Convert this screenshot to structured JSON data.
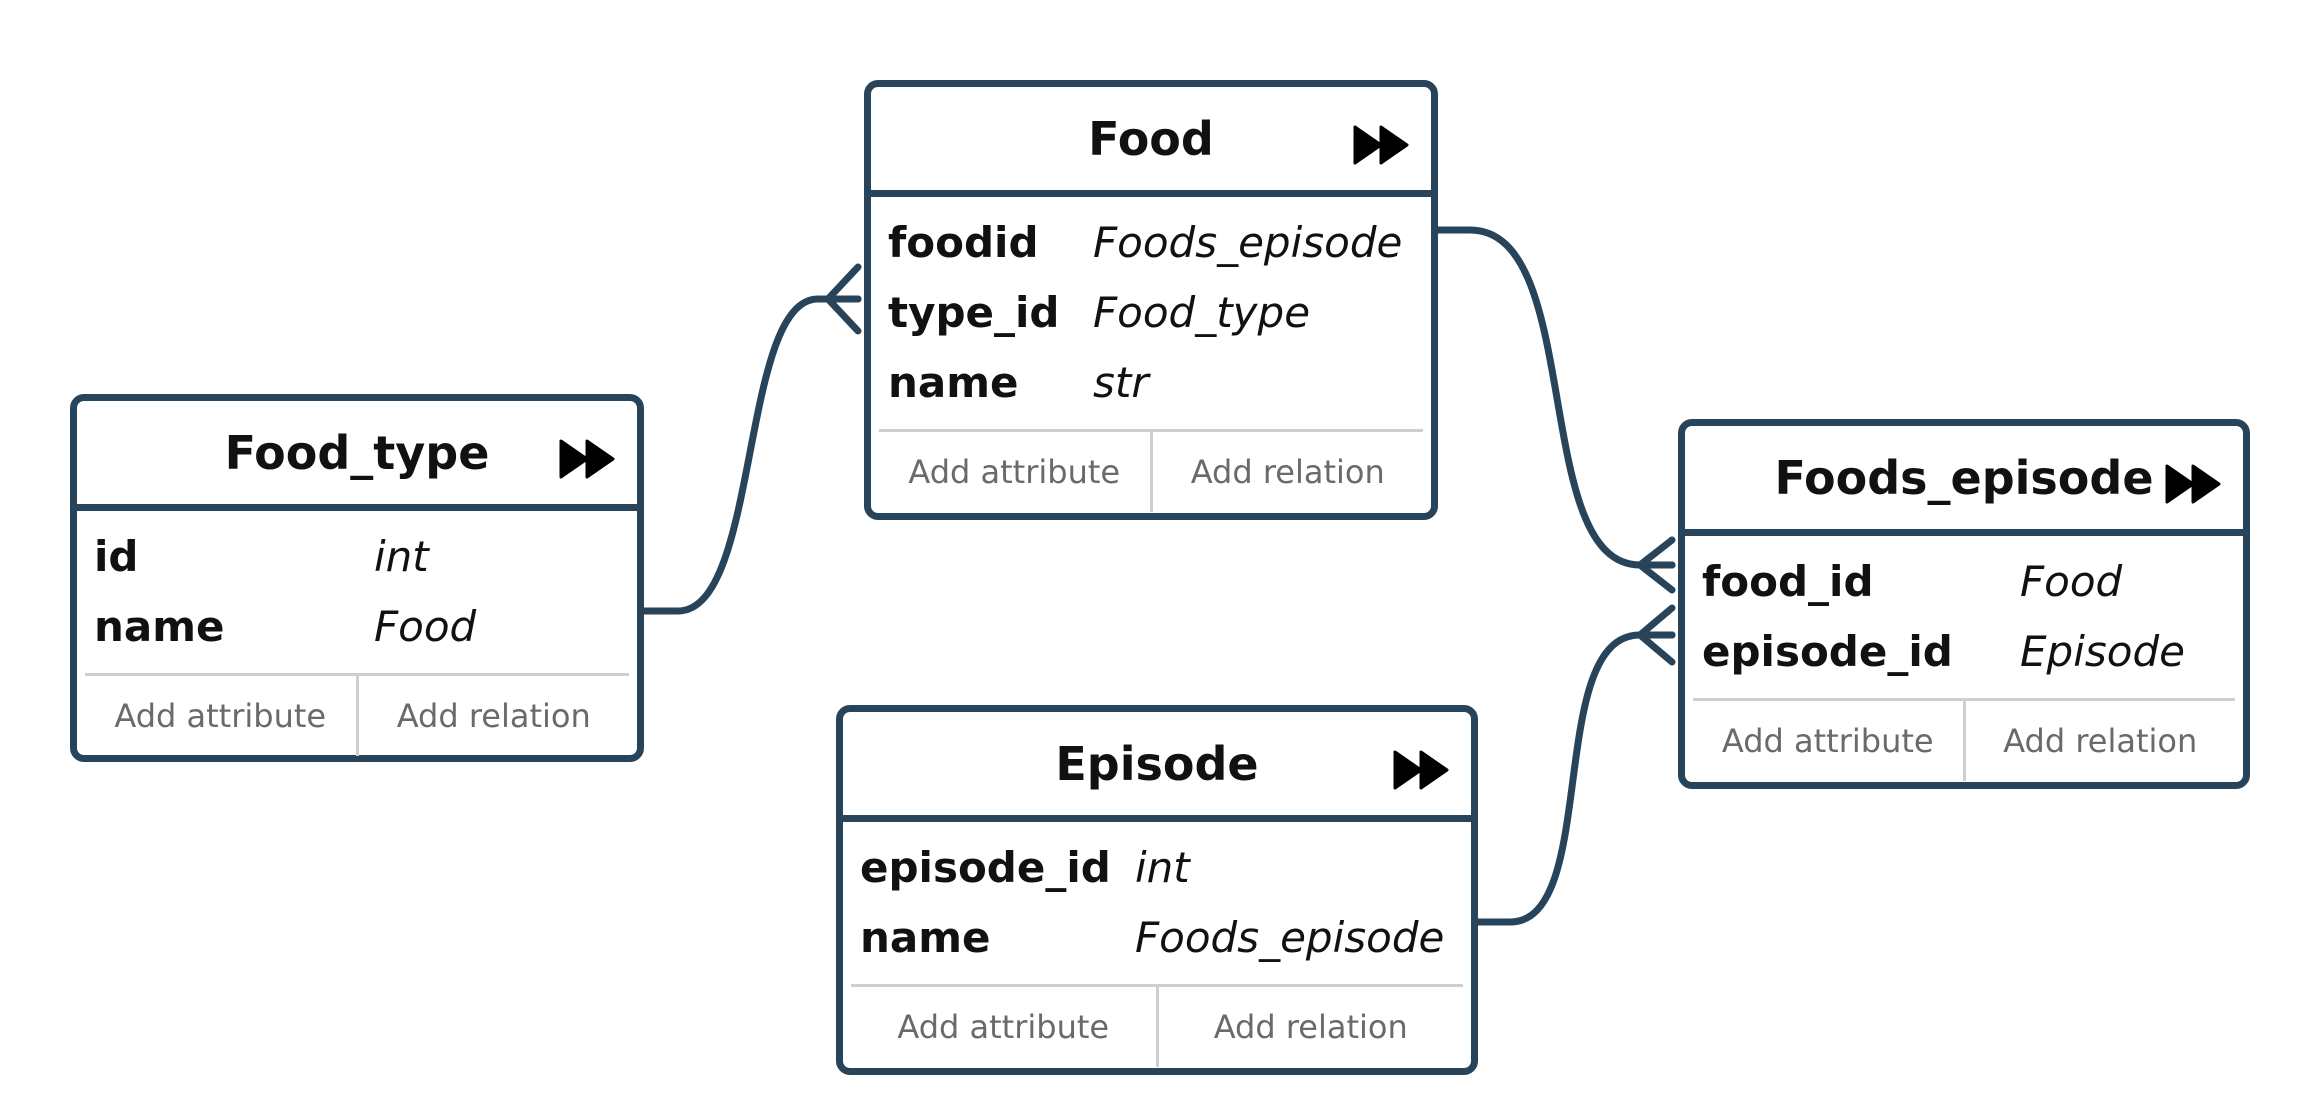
{
  "colors": {
    "border": "#27445a",
    "text": "#111111",
    "muted": "#6a6a6a",
    "divider": "#cfcfcf",
    "background": "#ffffff"
  },
  "icons": {
    "expand": "fast-forward-icon"
  },
  "entities": {
    "food_type": {
      "title": "Food_type",
      "attributes": [
        {
          "name": "id",
          "type": "int"
        },
        {
          "name": "name",
          "type": "Food"
        }
      ],
      "add_attribute": "Add attribute",
      "add_relation": "Add relation"
    },
    "food": {
      "title": "Food",
      "attributes": [
        {
          "name": "foodid",
          "type": "Foods_episode"
        },
        {
          "name": "type_id",
          "type": "Food_type"
        },
        {
          "name": "name",
          "type": "str"
        }
      ],
      "add_attribute": "Add attribute",
      "add_relation": "Add relation"
    },
    "foods_episode": {
      "title": "Foods_episode",
      "attributes": [
        {
          "name": "food_id",
          "type": "Food"
        },
        {
          "name": "episode_id",
          "type": "Episode"
        }
      ],
      "add_attribute": "Add attribute",
      "add_relation": "Add relation"
    },
    "episode": {
      "title": "Episode",
      "attributes": [
        {
          "name": "episode_id",
          "type": "int"
        },
        {
          "name": "name",
          "type": "Foods_episode"
        }
      ],
      "add_attribute": "Add attribute",
      "add_relation": "Add relation"
    }
  }
}
